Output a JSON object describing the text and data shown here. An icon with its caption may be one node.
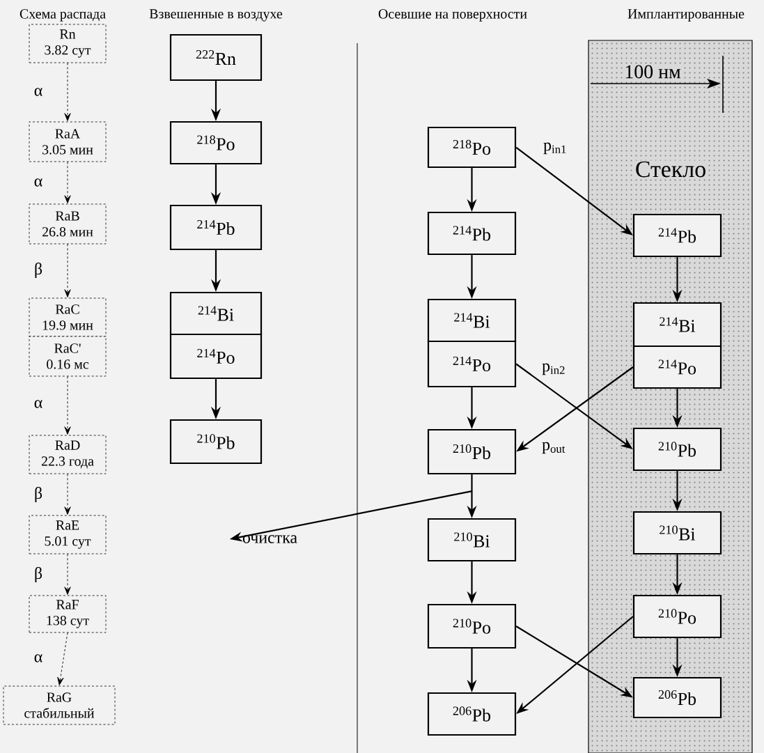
{
  "diagram": {
    "nodes": [
      {
        "text": [
          "Rn",
          "3.82 сут"
        ]
      },
      {
        "text": [
          "RaA",
          "3.05 мин"
        ]
      },
      {
        "text": [
          "RaB",
          "26.8 мин"
        ]
      },
      {
        "text": [
          "RaC",
          "19.9 мин"
        ]
      },
      {
        "text": [
          "RaC'",
          "0.16 мс"
        ]
      },
      {
        "text": [
          "RaD",
          "22.3 года"
        ]
      },
      {
        "text": [
          "RaE",
          "5.01 сут"
        ]
      },
      {
        "text": [
          "RaF",
          "138 сут"
        ]
      },
      {
        "text": [
          "RaG",
          "стабильный"
        ]
      },
      {
        "text": [
          "$^{222}$Rn"
        ]
      },
      {
        "text": [
          "$^{218}$Po"
        ]
      },
      {
        "text": [
          "$^{214}$Pb"
        ]
      },
      {
        "text": [
          "$^{214}$Bi"
        ]
      },
      {
        "text": [
          "$^{214}$Po"
        ]
      },
      {
        "text": [
          "$^{210}$Pb"
        ]
      },
      {
        "text": [
          "очистка"
        ]
      },
      {
        "text": [
          "$^{218}$Po"
        ]
      },
      {
        "text": [
          "$^{214}$Pb"
        ]
      },
      {
        "text": [
          "$^{214}$Bi"
        ]
      },
      {
        "text": [
          "$^{214}$Po"
        ]
      },
      {
        "text": [
          "$^{210}$Pb"
        ]
      },
      {
        "text": [
          "$^{210}$Bi"
        ]
      },
      {
        "text": [
          "$^{210}$Po"
        ]
      },
      {
        "text": [
          "$^{206}$Pb"
        ]
      },
      {
        "text": [
          "Стекло"
        ]
      },
      {
        "text": [
          "$^{214}$Pb"
        ],
        "in": 24
      },
      {
        "text": [
          "$^{214}$Bi"
        ],
        "in": 24
      },
      {
        "text": [
          "$^{214}$Po"
        ],
        "in": 24
      },
      {
        "text": [
          "$^{210}$Pb"
        ],
        "in": 24
      },
      {
        "text": [
          "$^{210}$Bi"
        ],
        "in": 24
      },
      {
        "text": [
          "$^{210}$Po"
        ],
        "in": 24
      },
      {
        "text": [
          "$^{206}$Pb"
        ],
        "in": 24
      }
    ],
    "edges": [
      {
        "from": 0,
        "to": 1,
        "arrow": "to",
        "label": "α",
        "style": "dashed"
      },
      {
        "from": 1,
        "to": 2,
        "arrow": "to",
        "label": "α",
        "style": "dashed"
      },
      {
        "from": 2,
        "to": 3,
        "arrow": "to",
        "label": "β",
        "style": "dashed"
      },
      {
        "from": 4,
        "to": 5,
        "arrow": "to",
        "label": "α",
        "style": "dashed"
      },
      {
        "from": 5,
        "to": 6,
        "arrow": "to",
        "label": "β",
        "style": "dashed"
      },
      {
        "from": 6,
        "to": 7,
        "arrow": "to",
        "label": "β",
        "style": "dashed"
      },
      {
        "from": 7,
        "to": 8,
        "arrow": "to",
        "label": "α",
        "style": "dashed"
      },
      {
        "from": 9,
        "to": 10,
        "arrow": "to"
      },
      {
        "from": 10,
        "to": 11,
        "arrow": "to"
      },
      {
        "from": 11,
        "to": 12,
        "arrow": "to"
      },
      {
        "from": 13,
        "to": 14,
        "arrow": "to"
      },
      {
        "from": 16,
        "to": 17,
        "arrow": "to"
      },
      {
        "from": 17,
        "to": 18,
        "arrow": "to"
      },
      {
        "from": 19,
        "to": 20,
        "arrow": "to"
      },
      {
        "from": 20,
        "to": 21,
        "arrow": "to"
      },
      {
        "from": 21,
        "to": 22,
        "arrow": "to"
      },
      {
        "from": 22,
        "to": 23,
        "arrow": "to"
      },
      {
        "from": 20,
        "to": 15,
        "arrow": "to"
      },
      {
        "from": 16,
        "to": 25,
        "arrow": "to",
        "label": "p$_{in1}$"
      },
      {
        "from": 19,
        "to": 28,
        "arrow": "to",
        "label": "p$_{in2}$"
      },
      {
        "from": 27,
        "to": 20,
        "arrow": "to",
        "label": "p$_{out}$"
      },
      {
        "from": 22,
        "to": 31,
        "arrow": "to"
      },
      {
        "from": 30,
        "to": 23,
        "arrow": "to"
      },
      {
        "from": 25,
        "to": 26,
        "arrow": "to"
      },
      {
        "from": 27,
        "to": 28,
        "arrow": "to"
      },
      {
        "from": 28,
        "to": 29,
        "arrow": "to"
      },
      {
        "from": 29,
        "to": 30,
        "arrow": "to"
      },
      {
        "from": 30,
        "to": 31,
        "arrow": "to"
      }
    ],
    "labels": [
      "Схема распада",
      "Взвешенные в воздухе",
      "Осевшие на поверхности",
      "Имплантированные",
      "100 нм"
    ]
  }
}
